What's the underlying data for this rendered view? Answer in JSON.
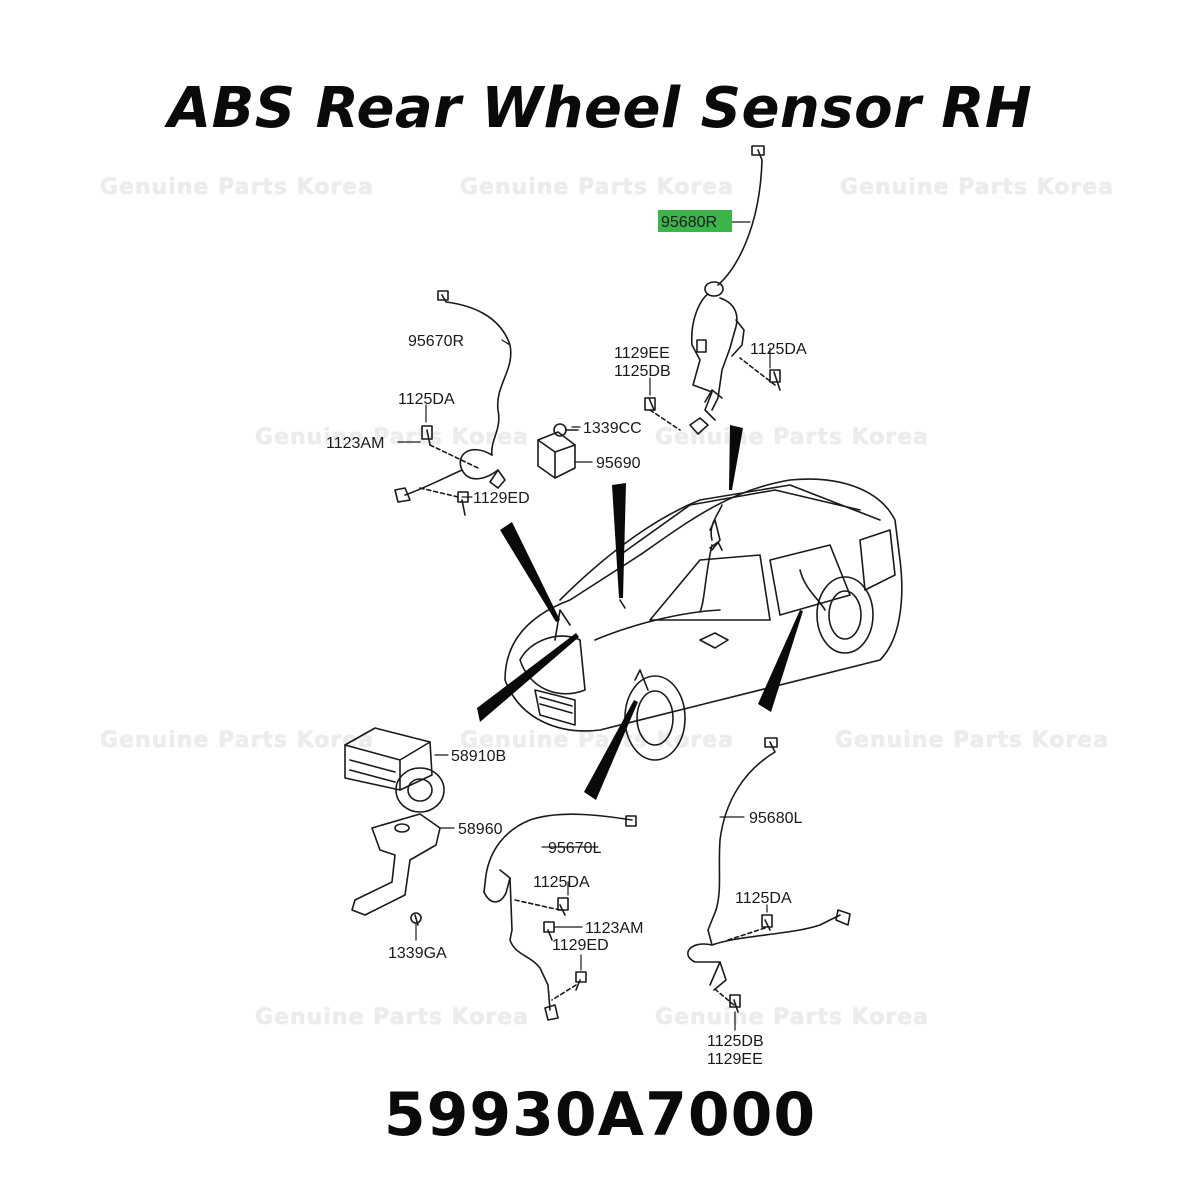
{
  "title": "ABS Rear Wheel Sensor RH",
  "part_number": "59930A7000",
  "watermark": "Genuine Parts Korea",
  "highlight_color": "#3bb54a",
  "callouts": {
    "rr_sensor_rh": "95680R",
    "rr_sensor_rh_bolt_a": "1125DA",
    "rr_sensor_rh_bolt_b1": "1129EE",
    "rr_sensor_rh_bolt_b2": "1125DB",
    "yaw_nut": "1339CC",
    "yaw_sensor": "95690",
    "ft_sensor_rh": "95670R",
    "ft_sensor_rh_bolt": "1125DA",
    "ft_sensor_rh_bolt2": "1123AM",
    "ft_sensor_rh_bolt3": "1129ED",
    "hecu": "58910B",
    "bracket": "58960",
    "bracket_nut": "1339GA",
    "ft_sensor_lh": "95670L",
    "ft_sensor_lh_bolt": "1125DA",
    "ft_sensor_lh_bolt2": "1123AM",
    "ft_sensor_lh_bolt3": "1129ED",
    "rr_sensor_lh": "95680L",
    "rr_sensor_lh_bolt": "1125DA",
    "rr_sensor_lh_bolt_b1": "1125DB",
    "rr_sensor_lh_bolt_b2": "1129EE"
  }
}
